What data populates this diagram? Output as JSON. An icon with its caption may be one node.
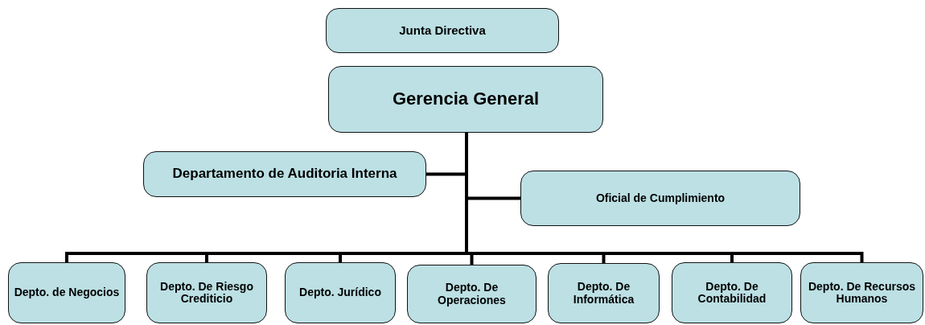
{
  "diagram": {
    "nodes": [
      {
        "text": [
          "Junta Directiva"
        ]
      },
      {
        "text": [
          "Gerencia General"
        ]
      },
      {
        "text": [
          "Departamento de Auditoria Interna"
        ]
      },
      {
        "text": [
          "Oficial de Cumplimiento"
        ]
      },
      {
        "text": [
          "Depto. de Negocios"
        ]
      },
      {
        "text": [
          "Depto. De Riesgo Crediticio"
        ]
      },
      {
        "text": [
          "Depto. Jurídico"
        ]
      },
      {
        "text": [
          "Depto. De Operaciones"
        ]
      },
      {
        "text": [
          "Depto. De Informática"
        ]
      },
      {
        "text": [
          "Depto. De Contabilidad"
        ]
      },
      {
        "text": [
          "Depto. De Recursos Humanos"
        ]
      }
    ],
    "edges": [
      {
        "from": 1,
        "to": 2,
        "arrow": "none"
      },
      {
        "from": 1,
        "to": 3,
        "arrow": "none"
      },
      {
        "from": 1,
        "to": 4,
        "arrow": "none"
      },
      {
        "from": 1,
        "to": 5,
        "arrow": "none"
      },
      {
        "from": 1,
        "to": 6,
        "arrow": "none"
      },
      {
        "from": 1,
        "to": 7,
        "arrow": "none"
      },
      {
        "from": 1,
        "to": 8,
        "arrow": "none"
      },
      {
        "from": 1,
        "to": 9,
        "arrow": "none"
      },
      {
        "from": 1,
        "to": 10,
        "arrow": "none"
      }
    ]
  }
}
